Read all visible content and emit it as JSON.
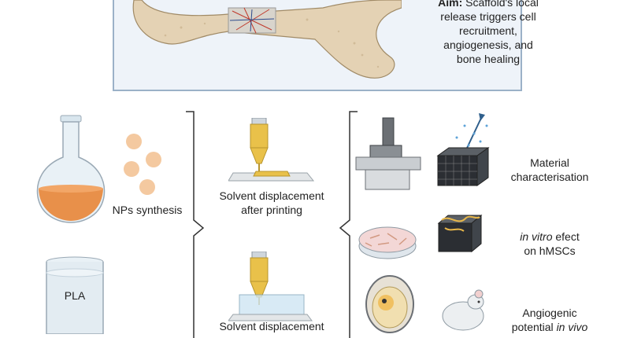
{
  "top_panel": {
    "aim_bold": "Aim:",
    "aim_text_line1": "Scaffold's local",
    "aim_text_line2": "release triggers cell",
    "aim_text_line3": "recruitment,",
    "aim_text_line4": "angiogenesis, and",
    "aim_text_line5": "bone healing"
  },
  "left": {
    "nps_label": "NPs synthesis",
    "pla_label": "PLA"
  },
  "middle": {
    "step1_line1": "Solvent displacement",
    "step1_line2": "after printing",
    "step2_line1": "Solvent displacement"
  },
  "right": {
    "material_line1": "Material",
    "material_line2": "characterisation",
    "invitro_italic": "in vitro",
    "invitro_rest": " efect",
    "invitro_line2": "on hMSCs",
    "angio_line1": "Angiogenic",
    "angio_line2_plain": "potential ",
    "angio_line2_italic": "in vivo"
  },
  "colors": {
    "panel_bg": "#eef3f9",
    "panel_border": "#9bb1c8",
    "bone": "#e4d2b4",
    "orange_liquid": "#e8904a",
    "np_dot": "#f4c9a0",
    "ink_yellow": "#e9c14a",
    "glass": "#d9e6ee"
  }
}
